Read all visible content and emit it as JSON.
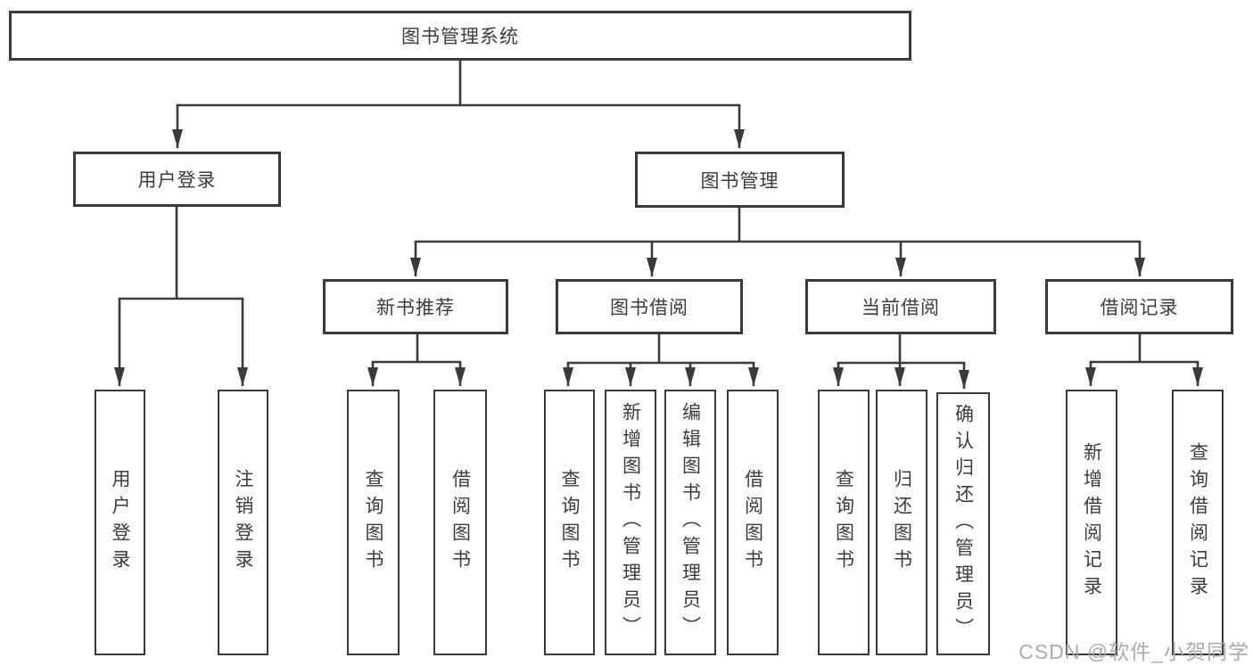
{
  "diagram": {
    "type": "hierarchy-tree",
    "root": {
      "label": "图书管理系统",
      "children": [
        {
          "label": "用户登录",
          "children": [
            {
              "label": "用户登录"
            },
            {
              "label": "注销登录"
            }
          ]
        },
        {
          "label": "图书管理",
          "children": [
            {
              "label": "新书推荐",
              "children": [
                {
                  "label": "查询图书"
                },
                {
                  "label": "借阅图书"
                }
              ]
            },
            {
              "label": "图书借阅",
              "children": [
                {
                  "label": "查询图书"
                },
                {
                  "label": "新增图书（管理员）"
                },
                {
                  "label": "编辑图书（管理员）"
                },
                {
                  "label": "借阅图书"
                }
              ]
            },
            {
              "label": "当前借阅",
              "children": [
                {
                  "label": "查询图书"
                },
                {
                  "label": "归还图书"
                },
                {
                  "label": "确认归还（管理员）"
                }
              ]
            },
            {
              "label": "借阅记录",
              "children": [
                {
                  "label": "新增借阅记录"
                },
                {
                  "label": "查询借阅记录"
                }
              ]
            }
          ]
        }
      ]
    },
    "colors": {
      "line": "#3a3a3a",
      "text": "#3d3d3d",
      "background": "#ffffff",
      "watermark_gray": "#a8a8a8"
    }
  },
  "watermark": {
    "text": "CSDN @软件_小贺同学"
  }
}
